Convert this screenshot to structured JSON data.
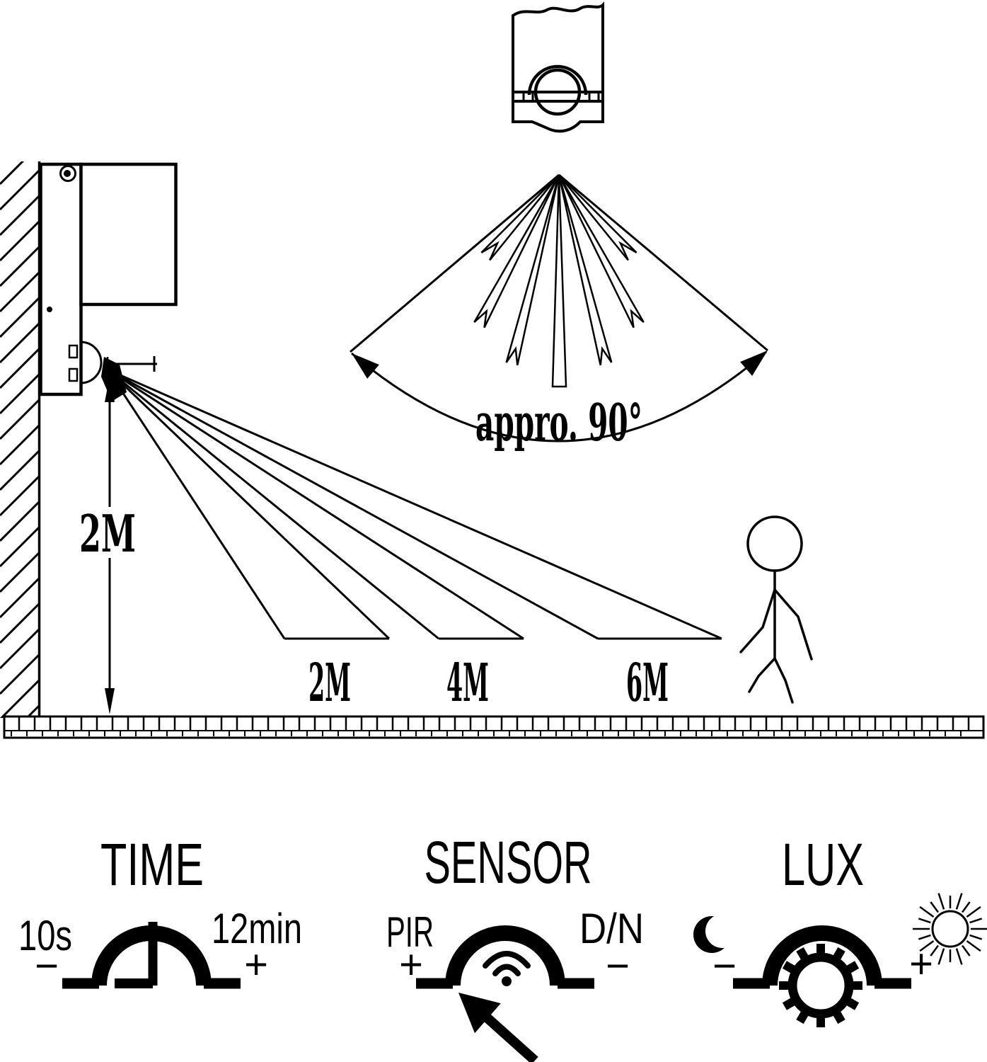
{
  "figure": {
    "colors": {
      "ink": "#000000",
      "background": "#ffffff"
    },
    "side_view": {
      "height_label": "2M",
      "ground_labels": [
        "2M",
        "4M",
        "6M"
      ]
    },
    "top_view": {
      "angle_label": "appro. 90°"
    },
    "controls": {
      "time": {
        "title": "TIME",
        "left_value": "10s",
        "left_sign": "−",
        "right_value": "12min",
        "right_sign": "+"
      },
      "sensor": {
        "title": "SENSOR",
        "left_value": "PIR",
        "left_sign": "+",
        "right_value": "D/N",
        "right_sign": "−"
      },
      "lux": {
        "title": "LUX",
        "left_sign": "−",
        "right_sign": "+"
      }
    },
    "icons": {
      "sensor_dial_center": "wifi-icon",
      "lux_dial_center": "sun-gear-icon",
      "lux_left": "moon-icon",
      "lux_right": "sun-icon",
      "sensor_pointer": "arrow-icon"
    }
  }
}
